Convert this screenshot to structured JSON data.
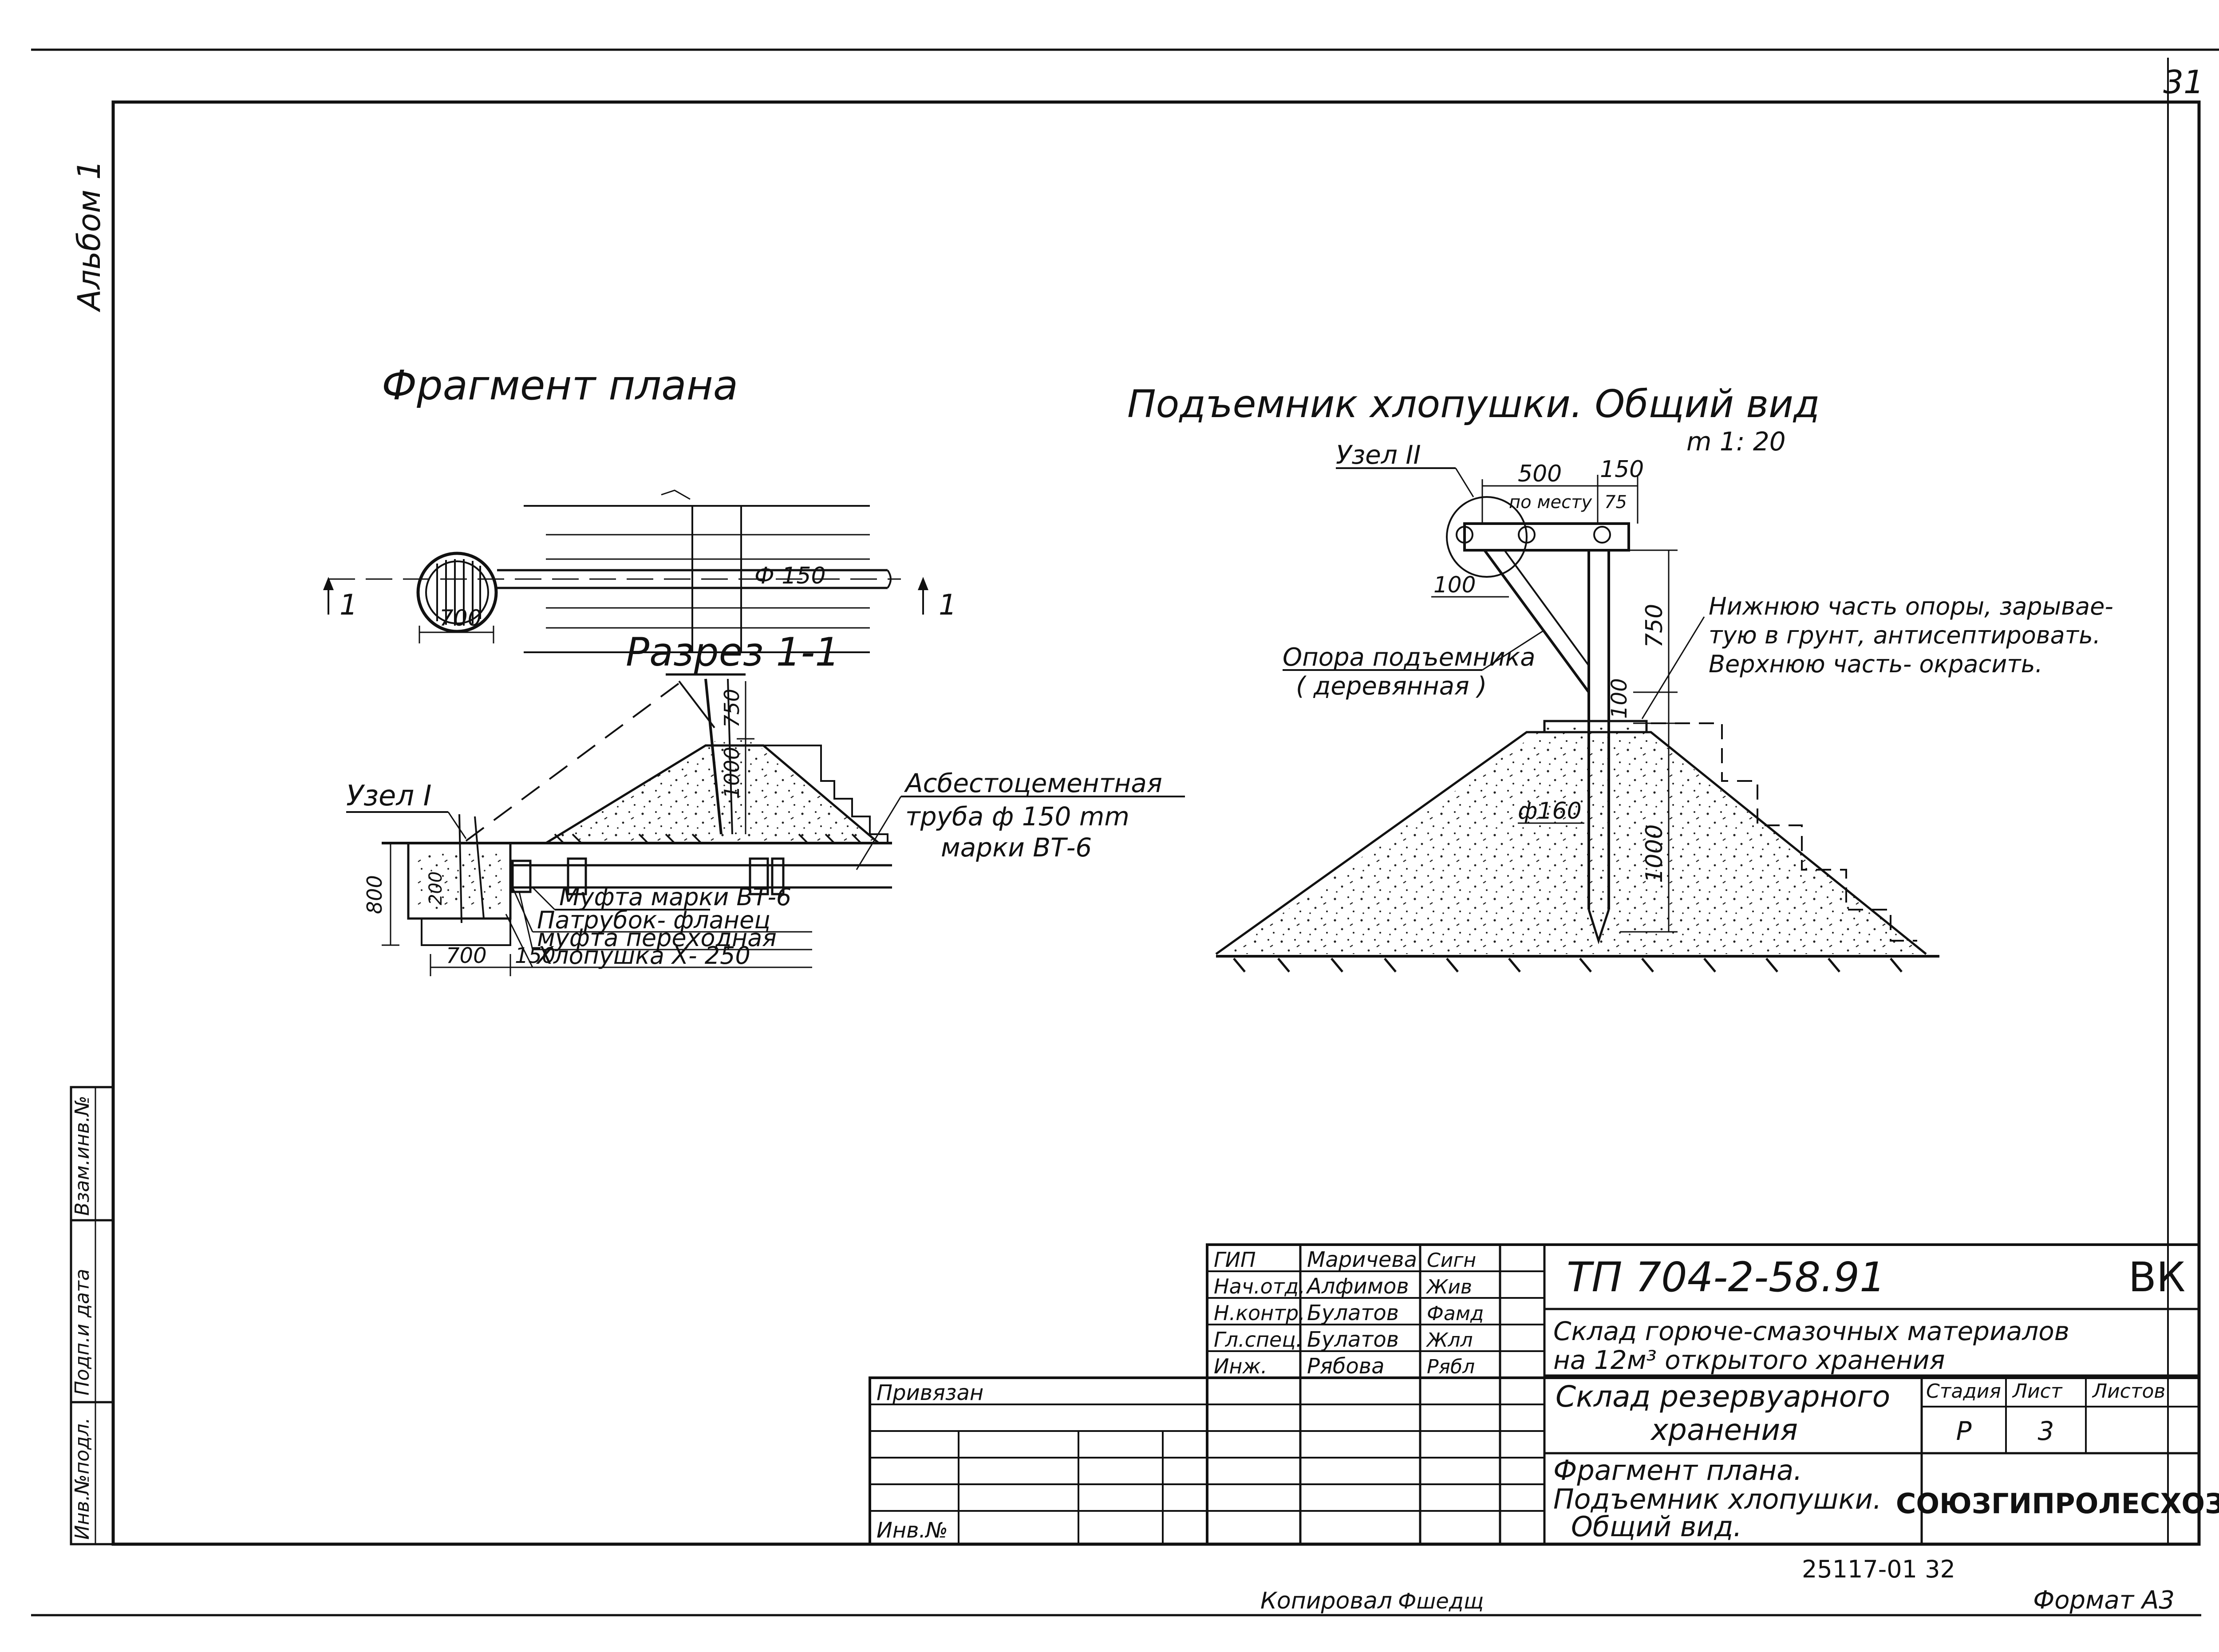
{
  "sheet": {
    "page_number": "31",
    "album_label": "Альбом 1",
    "copied_by": "Копировал",
    "copied_signature": "Фшедщ",
    "format_label": "Формат А3",
    "archive_number": "25117-01  32"
  },
  "fragment_plan": {
    "title": "Фрагмент плана",
    "section_mark_left": "1",
    "section_mark_right": "1",
    "diameter_label": "Ф 150",
    "width_label": "700"
  },
  "section": {
    "title": "Разрез 1-1",
    "node_label": "Узел I",
    "dim_750": "750",
    "dim_1000": "1000",
    "dim_800": "800",
    "dim_200": "200",
    "dim_700": "700",
    "dim_150": "150",
    "callout_pipe_line1": "Асбестоцементная",
    "callout_pipe_line2": "труба ф 150 mm",
    "callout_pipe_line3": "марки ВТ-6",
    "callout_coupling": "Муфта марки ВТ-6",
    "callout_flange": "Патрубок- фланец",
    "callout_adapter": "муфта переходная",
    "callout_valve": "Хлопушка Х- 250"
  },
  "lifter": {
    "title": "Подъемник хлопушки. Общий вид",
    "scale": "m 1: 20",
    "node_label": "Узел II",
    "dim_500": "500",
    "dim_150": "150",
    "dim_onsite": "по месту",
    "dim_75": "75",
    "dim_100_top": "100",
    "dim_750": "750",
    "dim_100_mid": "100",
    "dim_1000": "1000",
    "dim_diameter": "ф160",
    "support_line1": "Опора подъемника",
    "support_line2": "( деревянная )",
    "note_line1": "Нижнюю часть опоры, зарывае-",
    "note_line2": "тую в грунт, антисептировать.",
    "note_line3": "Верхнюю часть- окрасить."
  },
  "stamp": {
    "roles": [
      "ГИП",
      "Нач.отд.",
      "Н.контр.",
      "Гл.спец.",
      "Инж."
    ],
    "names": [
      "Маричева",
      "Алфимов",
      "Булатов",
      "Булатов",
      "Рябова"
    ],
    "signatures": [
      "Сигн",
      "Жив",
      "Фамд",
      "Жлл",
      "Рябл"
    ],
    "linked_label": "Привязан",
    "inv_label": "Инв.№",
    "doc_code": "ТП   704-2-58.91",
    "discipline": "ВК",
    "project_line1": "Склад горюче-смазочных материалов",
    "project_line2": "на 12м³ открытого хранения",
    "object_line1": "Склад резервуарного",
    "object_line2": "хранения",
    "col_stage": "Стадия",
    "col_sheet": "Лист",
    "col_sheets": "Листов",
    "stage_value": "Р",
    "sheet_value": "3",
    "sheets_value": "",
    "drawing_line1": "Фрагмент плана.",
    "drawing_line2": "Подъемник хлопушки.",
    "drawing_line3": "Общий вид.",
    "organization": "СОЮЗГИПРОЛЕСХОЗ"
  },
  "side_stamp": {
    "col1": "Инв.№подл.",
    "col2": "Подп.и дата",
    "col3": "Взам.инв.№"
  }
}
